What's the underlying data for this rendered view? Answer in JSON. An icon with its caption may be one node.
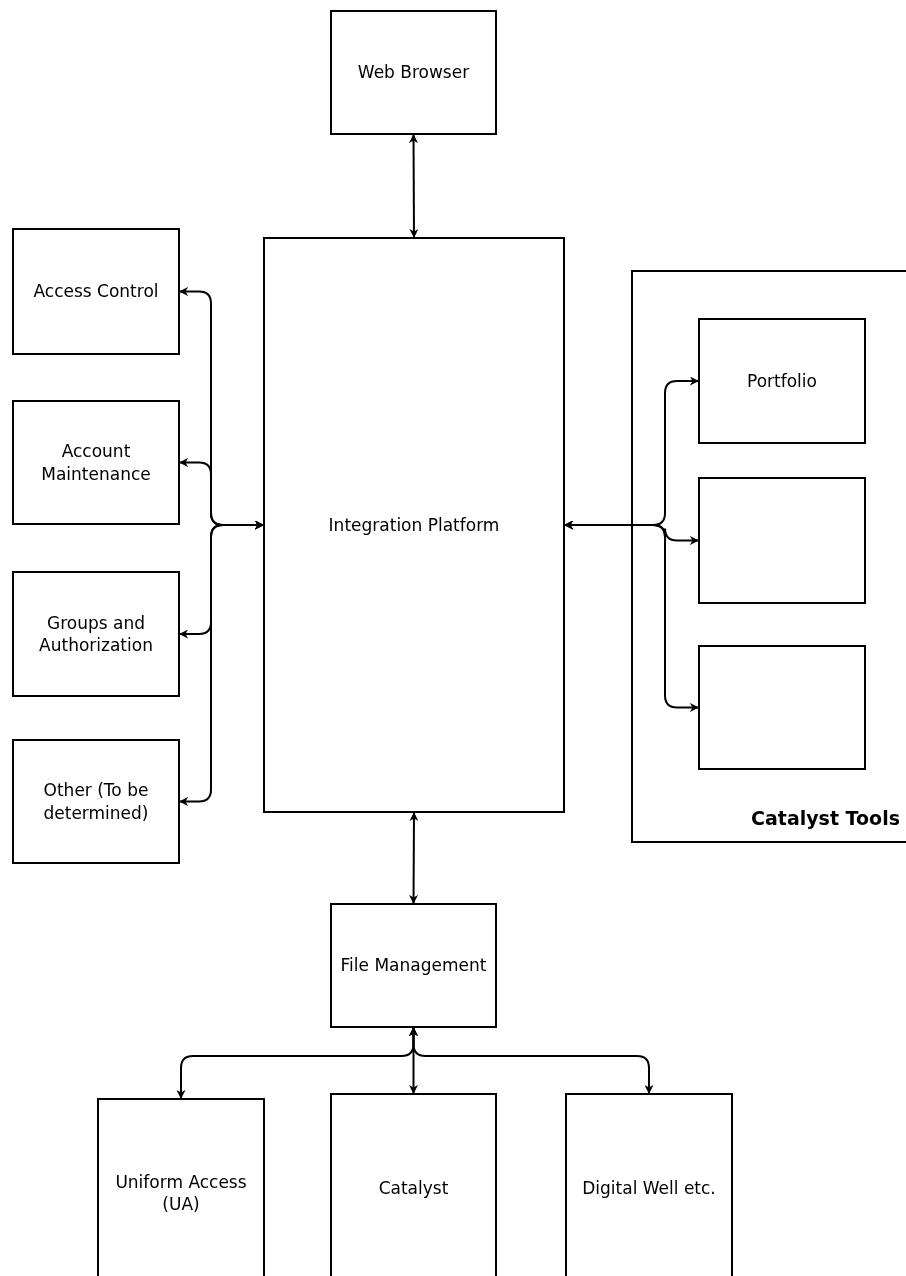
{
  "diagram": {
    "nodes": [
      {
        "text": [
          "Web Browser"
        ]
      },
      {
        "text": [
          "Integration Platform"
        ]
      },
      {
        "text": [
          "Access Control"
        ]
      },
      {
        "text": [
          "Account Maintenance"
        ]
      },
      {
        "text": [
          "Groups and Authorization"
        ]
      },
      {
        "text": [
          "Other (To be determined)"
        ]
      },
      {
        "text": [
          "Catalyst Tools"
        ]
      },
      {
        "text": [
          "Portfolio"
        ],
        "in": 6
      },
      {
        "text": [],
        "shape": "box",
        "in": 6
      },
      {
        "text": [],
        "shape": "box",
        "in": 6
      },
      {
        "text": [
          "File Management"
        ]
      },
      {
        "text": [
          "Uniform Access (UA)"
        ]
      },
      {
        "text": [
          "Catalyst"
        ]
      },
      {
        "text": [
          "Digital Well etc."
        ]
      }
    ],
    "edges": [
      {
        "from": 0,
        "to": 1,
        "arrow": "both"
      },
      {
        "from": 1,
        "to": 2,
        "arrow": "both"
      },
      {
        "from": 1,
        "to": 3,
        "arrow": "both"
      },
      {
        "from": 1,
        "to": 4,
        "arrow": "both"
      },
      {
        "from": 1,
        "to": 5,
        "arrow": "both"
      },
      {
        "from": 1,
        "to": 7,
        "arrow": "both"
      },
      {
        "from": 1,
        "to": 8,
        "arrow": "both"
      },
      {
        "from": 1,
        "to": 9,
        "arrow": "both"
      },
      {
        "from": 1,
        "to": 10,
        "arrow": "both"
      },
      {
        "from": 10,
        "to": 11,
        "arrow": "both"
      },
      {
        "from": 10,
        "to": 12,
        "arrow": "both"
      },
      {
        "from": 10,
        "to": 13,
        "arrow": "both"
      }
    ]
  }
}
